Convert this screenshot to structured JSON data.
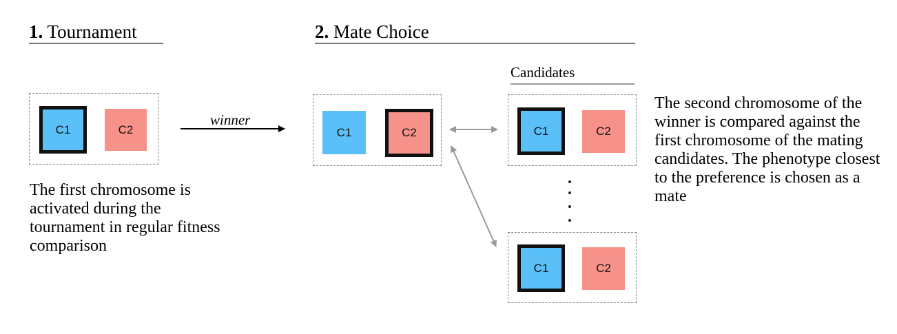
{
  "sections": [
    {
      "number": "1.",
      "title": "Tournament"
    },
    {
      "number": "2.",
      "title": "Mate Choice"
    }
  ],
  "chromosomes": {
    "c1": "C1",
    "c2": "C2"
  },
  "arrow_label": "winner",
  "candidates_label": "Candidates",
  "ellipsis": "⋮",
  "tournament_description": "The first chromosome is activated during the tournament in regular fitness comparison",
  "mate_choice_description": "The second chromosome of the winner is compared against the first chromosome of the mating candidates. The phenotype closest to the preference is chosen as a mate",
  "colors": {
    "c1": "#5bc0f8",
    "c2": "#f7928a",
    "rule": "#777777",
    "arrow_gray": "#999999"
  }
}
